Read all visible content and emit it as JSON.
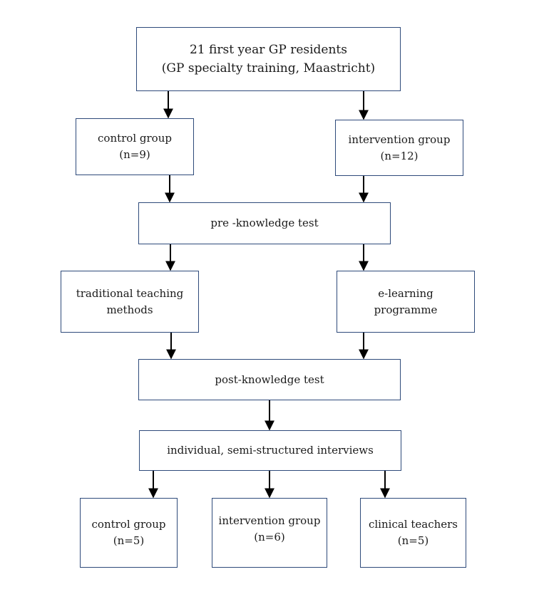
{
  "diagram": {
    "nodes": {
      "root": {
        "line1": "21 first year GP residents",
        "line2": "(GP specialty training, Maastricht)"
      },
      "control": {
        "line1": "control group",
        "line2": "(n=9)"
      },
      "intervention": {
        "line1": "intervention group",
        "line2": "(n=12)"
      },
      "pre_test": {
        "line1": "pre -knowledge test"
      },
      "traditional": {
        "line1": "traditional teaching",
        "line2": "methods"
      },
      "elearning": {
        "line1": "e-learning",
        "line2": "programme"
      },
      "post_test": {
        "line1": "post-knowledge test"
      },
      "interviews": {
        "line1": "individual, semi-structured interviews"
      },
      "control_interviews": {
        "line1": "control group",
        "line2": "(n=5)"
      },
      "intervention_interviews": {
        "line1": "intervention group",
        "line2": "(n=6)"
      },
      "clinical_teachers": {
        "line1": "clinical teachers",
        "line2": "(n=5)"
      }
    },
    "edges": [
      [
        "root",
        "control"
      ],
      [
        "root",
        "intervention"
      ],
      [
        "control",
        "pre_test"
      ],
      [
        "intervention",
        "pre_test"
      ],
      [
        "pre_test",
        "traditional"
      ],
      [
        "pre_test",
        "elearning"
      ],
      [
        "traditional",
        "post_test"
      ],
      [
        "elearning",
        "post_test"
      ],
      [
        "post_test",
        "interviews"
      ],
      [
        "interviews",
        "control_interviews"
      ],
      [
        "interviews",
        "intervention_interviews"
      ],
      [
        "interviews",
        "clinical_teachers"
      ]
    ],
    "colors": {
      "border": "#2e4a7a",
      "arrow": "#000000"
    }
  }
}
